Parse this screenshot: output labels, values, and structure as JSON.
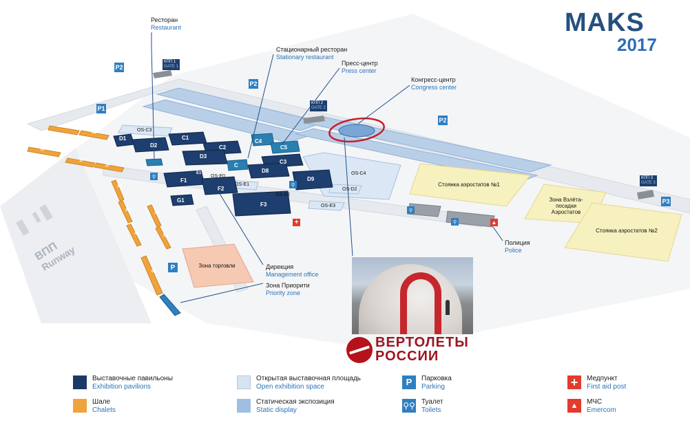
{
  "logo": {
    "brand": "MAKS",
    "year": "2017"
  },
  "runway": {
    "ru": "ВПП",
    "en": "Runway"
  },
  "annotations": {
    "restaurant": {
      "ru": "Ресторан",
      "en": "Restaurant"
    },
    "stationary_restaurant": {
      "ru": "Стационарный ресторан",
      "en": "Stationary restaurant"
    },
    "press_center": {
      "ru": "Пресс-центр",
      "en": "Press center"
    },
    "congress_center": {
      "ru": "Конгресс-центр",
      "en": "Congress center"
    },
    "police": {
      "ru": "Полиция",
      "en": "Police"
    },
    "management": {
      "ru": "Дирекция",
      "en": "Management office"
    },
    "priority": {
      "ru": "Зона Приорити",
      "en": "Priority zone"
    }
  },
  "gates": {
    "g1": {
      "ru": "КПП 1",
      "en": "GATE 1"
    },
    "g2": {
      "ru": "КПП 2",
      "en": "GATE 2"
    },
    "g3": {
      "ru": "КПП 3",
      "en": "GATE 3"
    }
  },
  "parking": {
    "p1": "P1",
    "p2": "P2",
    "p3": "P3",
    "p": "P"
  },
  "zones": {
    "balloon1": "Стоянка аэростатов №1",
    "balloon2": "Стоянка аэростатов №2",
    "balloon_takeoff": "Зона Взлёта-посадки Аэростатов",
    "trade": "Зона торговли"
  },
  "pavilions": [
    "D1",
    "D2",
    "C1",
    "C2",
    "D3",
    "C4",
    "C5",
    "C3",
    "C",
    "D8",
    "D9",
    "F1",
    "F2",
    "F3",
    "G1",
    "E1"
  ],
  "open_areas": [
    "OS-C3",
    "OS-E0",
    "OS-E1",
    "OS-E2",
    "OS-E3",
    "OS-C4",
    "OS-D2"
  ],
  "chalets": [
    "1D",
    "2D",
    "0F",
    "1F",
    "2F",
    "1G",
    "2G",
    "3G",
    "4G",
    "5G",
    "6G"
  ],
  "brand": {
    "line1": "ВЕРТОЛЕТЫ",
    "line2": "РОССИИ"
  },
  "legend": [
    {
      "ru": "Выставочные павильоны",
      "en": "Exhibition pavilions",
      "color": "#1b3a66"
    },
    {
      "ru": "Шале",
      "en": "Chalets",
      "color": "#f0a33c"
    },
    {
      "ru": "Открытая выставочная площадь",
      "en": "Open exhibition space",
      "color": "#d6e4f2"
    },
    {
      "ru": "Статическая экспозиция",
      "en": "Static display",
      "color": "#9fbfe2"
    },
    {
      "ru": "Парковка",
      "en": "Parking",
      "color": "#2f7fc1",
      "icon": "P"
    },
    {
      "ru": "Туалет",
      "en": "Toilets",
      "color": "#2f7fc1",
      "icon": "toilet-icon"
    },
    {
      "ru": "Медпункт",
      "en": "First aid post",
      "color": "#e23c2e",
      "icon": "first-aid-icon"
    },
    {
      "ru": "МЧС",
      "en": "Emercom",
      "color": "#e23c2e",
      "icon": "emercom-icon"
    }
  ]
}
